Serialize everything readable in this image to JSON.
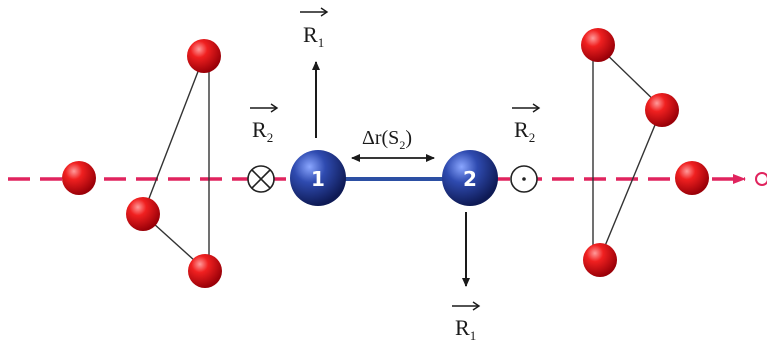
{
  "diagram": {
    "labels": {
      "r1_top": {
        "base": "R",
        "sub": "1"
      },
      "r1_bottom": {
        "base": "R",
        "sub": "1"
      },
      "r2_left": {
        "base": "R",
        "sub": "2"
      },
      "r2_right": {
        "base": "R",
        "sub": "2"
      },
      "delta_r": {
        "prefix": "Δr(S",
        "sub": "2",
        "suffix": ")"
      }
    },
    "atoms": {
      "atom1": "1",
      "atom2": "2"
    },
    "colors": {
      "axis": "#e0245e",
      "bond": "#2c4fa3",
      "red_atom": "#e0141e",
      "blue_atom": "#233a8c",
      "arrow": "#1a1a1a"
    },
    "symbols": {
      "into_page": "cross-circle",
      "out_of_page": "dot-circle"
    }
  }
}
